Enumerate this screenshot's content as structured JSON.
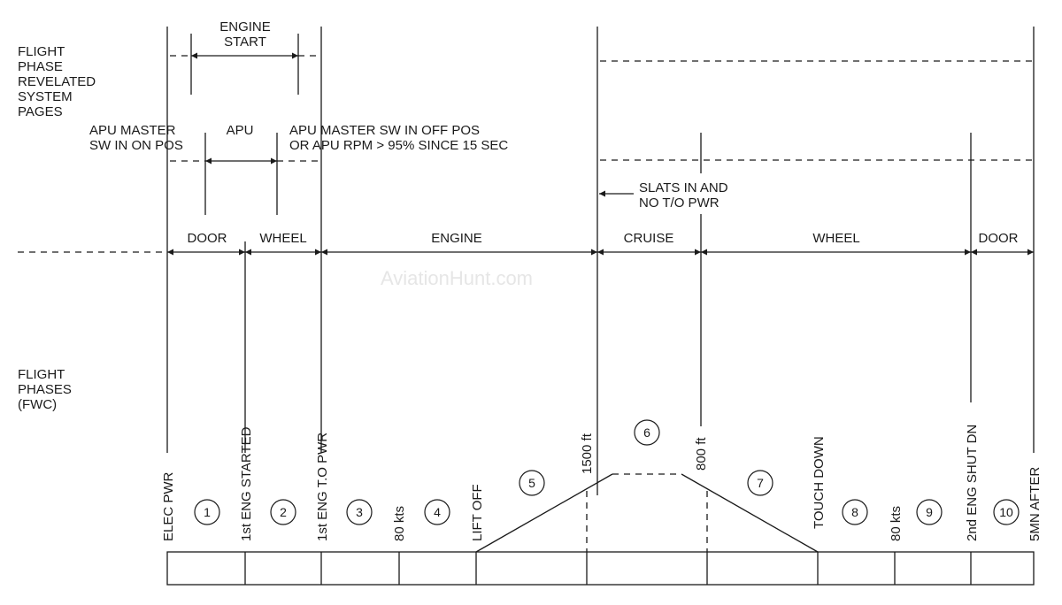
{
  "labels": {
    "flight_phase_revelated": [
      "FLIGHT",
      "PHASE",
      "REVELATED",
      "SYSTEM",
      "PAGES"
    ],
    "flight_phases_fwc": [
      "FLIGHT",
      "PHASES",
      "(FWC)"
    ],
    "engine_start": [
      "ENGINE",
      "START"
    ],
    "apu_on": [
      "APU MASTER",
      "SW IN ON POS"
    ],
    "apu": "APU",
    "apu_off": [
      "APU MASTER SW IN OFF POS",
      "OR APU RPM > 95% SINCE 15 SEC"
    ],
    "slats_in": [
      "SLATS IN AND",
      "NO T/O PWR"
    ],
    "watermark": "AviationHunt.com"
  },
  "system_pages": [
    "DOOR",
    "WHEEL",
    "ENGINE",
    "CRUISE",
    "WHEEL",
    "DOOR"
  ],
  "events": [
    "ELEC PWR",
    "1st ENG STARTED",
    "1st ENG T.O PWR",
    "80 kts",
    "LIFT OFF",
    "1500 ft",
    "800 ft",
    "TOUCH DOWN",
    "80 kts",
    "2nd ENG SHUT DN",
    "5MN AFTER"
  ],
  "phase_numbers": [
    "1",
    "2",
    "3",
    "4",
    "5",
    "6",
    "7",
    "8",
    "9",
    "10"
  ]
}
